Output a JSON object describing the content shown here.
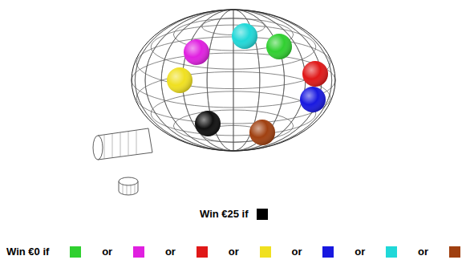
{
  "diagram": {
    "labels": [
      "Win €25 if",
      "Win €0 if",
      "or",
      "or",
      "or",
      "or",
      "or",
      "or"
    ]
  }
}
